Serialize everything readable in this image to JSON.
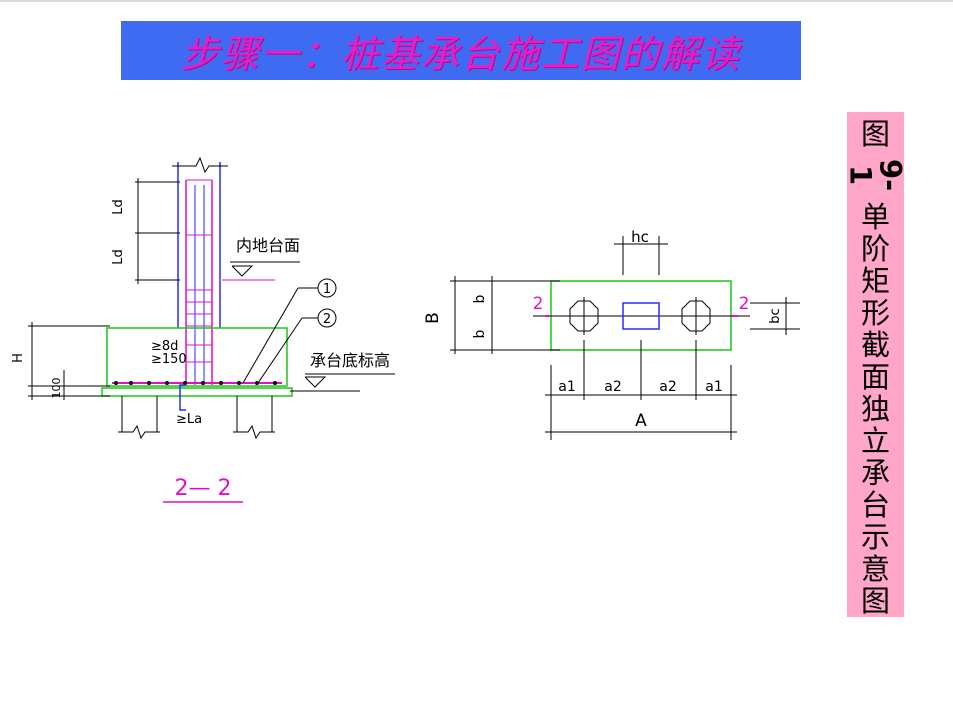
{
  "title": "步骤一：桩基承台施工图的解读",
  "caption": {
    "prefix": "图",
    "number": "9-1",
    "chars": [
      "单",
      "阶",
      "矩",
      "形",
      "截",
      "面",
      "独",
      "立",
      "承",
      "台",
      "示",
      "意",
      "图"
    ]
  },
  "section": {
    "label_ld1": "Ld",
    "label_ld2": "Ld",
    "label_inner_ground": "内地台面",
    "label_base_elev": "承台底标高",
    "label_8d": "≥8d",
    "label_150": "≥150",
    "label_h": "H",
    "label_100": "100",
    "label_la": "≥La",
    "callout_1": "1",
    "callout_2": "2",
    "section_title": "2— 2"
  },
  "plan": {
    "label_hc": "hc",
    "label_B": "B",
    "label_b1": "b",
    "label_b2": "b",
    "label_bc": "bc",
    "label_a1_left": "a1",
    "label_a2_left": "a2",
    "label_a2_right": "a2",
    "label_a1_right": "a1",
    "label_A": "A",
    "cut_left": "2",
    "cut_right": "2"
  },
  "colors": {
    "title_bg": "#3f6bf3",
    "title_text": "#e81cc9",
    "caption_bg": "#ffa6c9",
    "outline_green": "#18c818",
    "column_blue": "#2a2aff",
    "rebar_magenta": "#e010c8"
  }
}
